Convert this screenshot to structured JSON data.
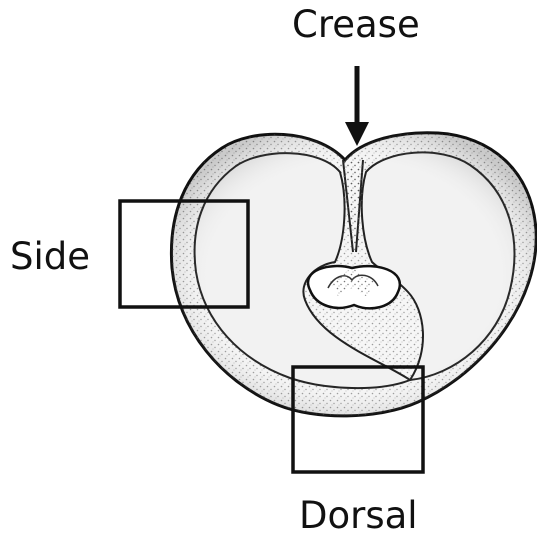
{
  "labels": {
    "crease": "Crease",
    "side": "Side",
    "dorsal": "Dorsal"
  },
  "colors": {
    "ink": "#111111",
    "stipple": "#555555",
    "body_fill": "#f4f4f4"
  }
}
